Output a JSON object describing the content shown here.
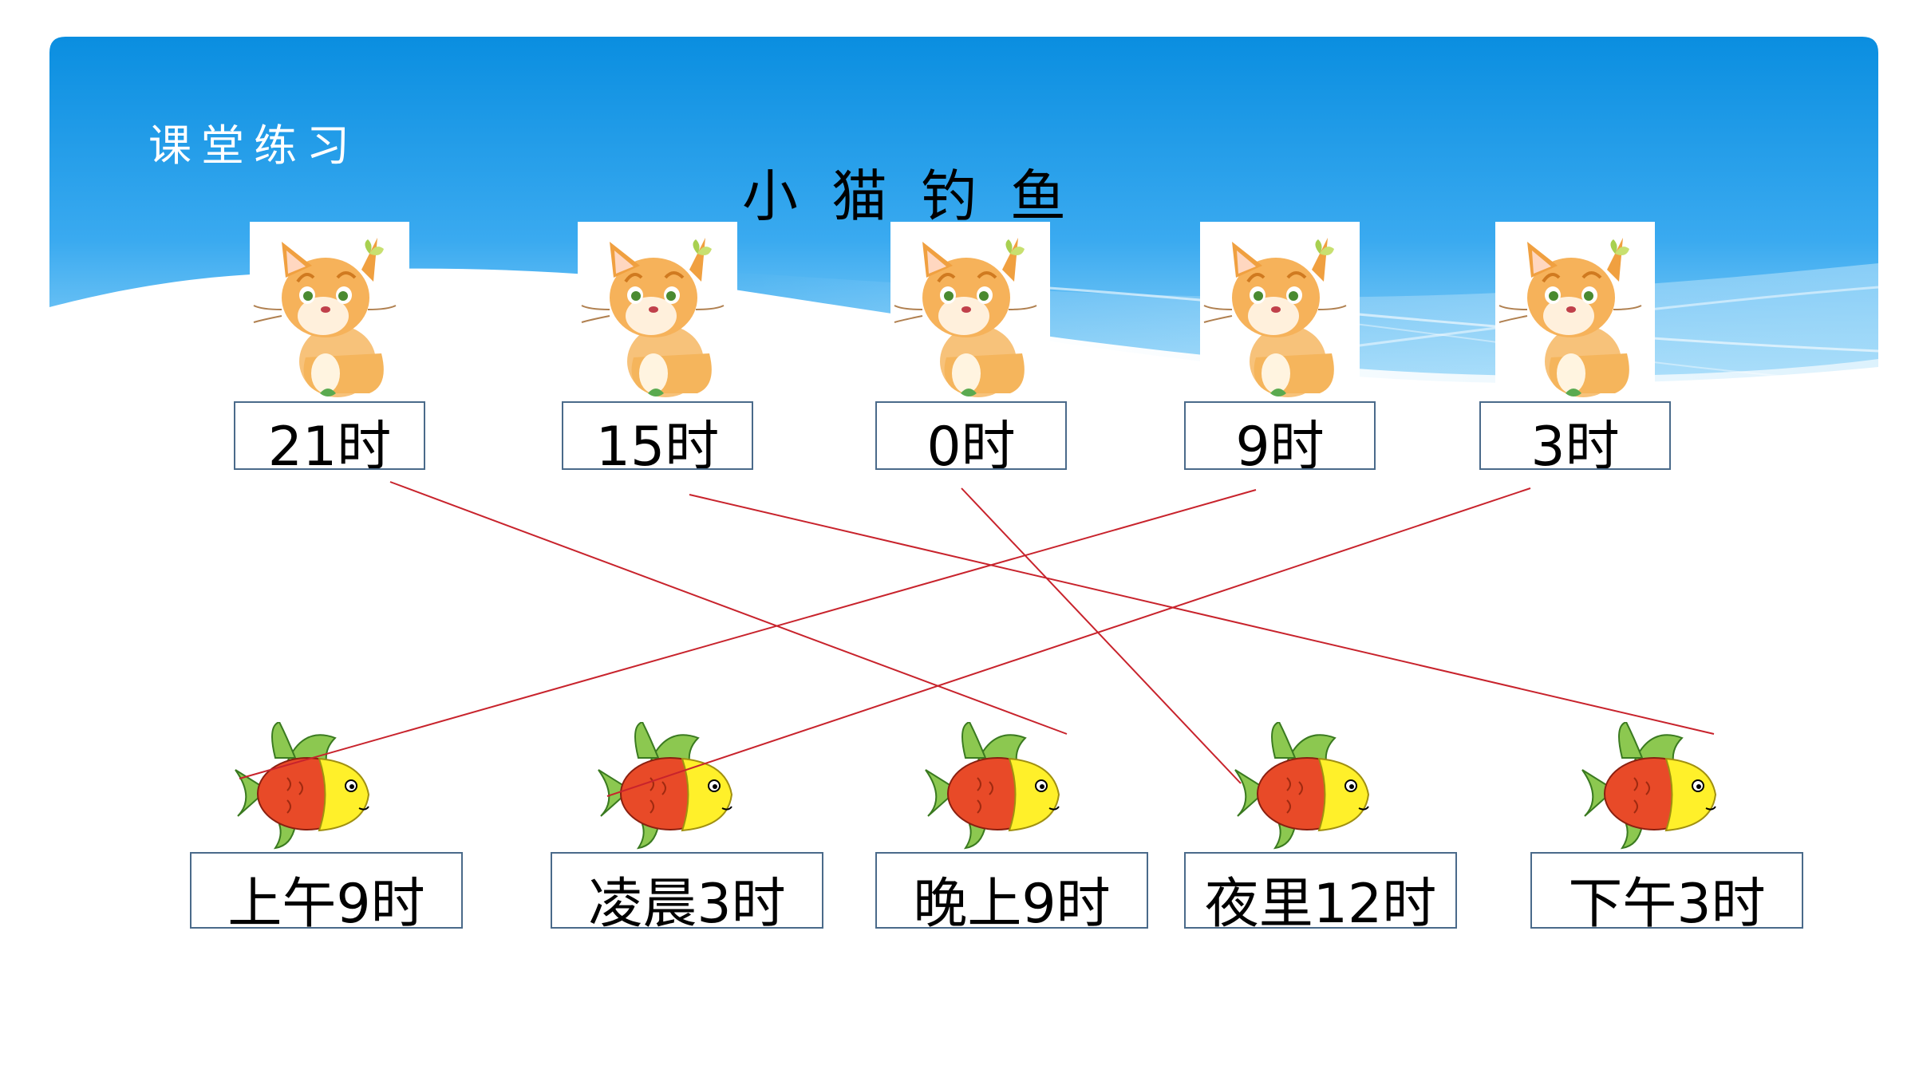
{
  "slide": {
    "heading": "课堂练习",
    "title": "小猫钓鱼"
  },
  "cats": [
    {
      "label": "21时",
      "icon": "cat-icon"
    },
    {
      "label": "15时",
      "icon": "cat-icon"
    },
    {
      "label": "0时",
      "icon": "cat-icon"
    },
    {
      "label": "9时",
      "icon": "cat-icon"
    },
    {
      "label": "3时",
      "icon": "cat-icon"
    }
  ],
  "fish": [
    {
      "label": "上午9时",
      "icon": "fish-icon"
    },
    {
      "label": "凌晨3时",
      "icon": "fish-icon"
    },
    {
      "label": "晚上9时",
      "icon": "fish-icon"
    },
    {
      "label": "夜里12时",
      "icon": "fish-icon"
    },
    {
      "label": "下午3时",
      "icon": "fish-icon"
    }
  ],
  "matches": [
    {
      "cat": "21时",
      "fish": "晚上9时"
    },
    {
      "cat": "15时",
      "fish": "下午3时"
    },
    {
      "cat": "0时",
      "fish": "夜里12时"
    },
    {
      "cat": "9时",
      "fish": "上午9时"
    },
    {
      "cat": "3时",
      "fish": "凌晨3时"
    }
  ],
  "colors": {
    "sky_top": "#0a8ee0",
    "sky_bottom": "#6cc4f4",
    "match_line": "#c8232c",
    "box_border": "#4a6a8a"
  }
}
